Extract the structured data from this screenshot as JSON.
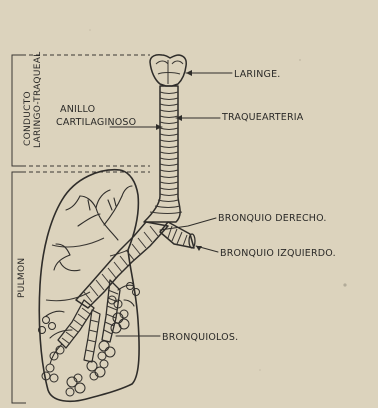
{
  "labels": {
    "laringe": "LARINGE.",
    "traquearteria": "TRAQUEARTERIA",
    "anillo_line1": "ANILLO",
    "anillo_line2": "CARTILAGINOSO",
    "bronquio_derecho": "BRONQUIO DERECHO.",
    "bronquio_izquierdo": "BRONQUIO IZQUIERDO.",
    "bronquiolos": "BRONQUIOLOS.",
    "conducto_line1": "CONDUCTO",
    "conducto_line2": "LARINGO-TRAQUEAL",
    "pulmon": "PULMON"
  }
}
